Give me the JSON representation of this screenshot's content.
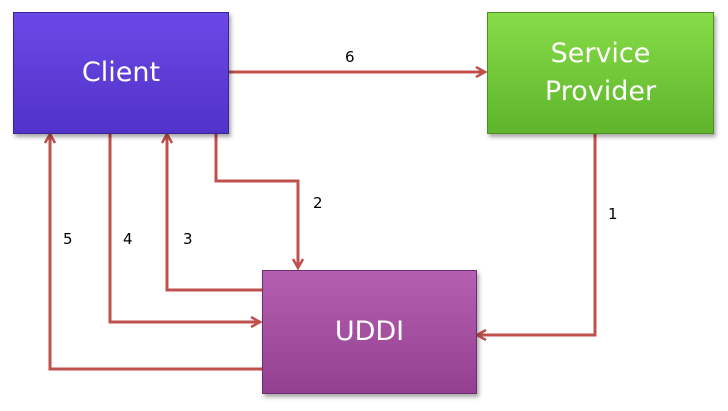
{
  "nodes": {
    "client": "Client",
    "service_provider": "Service\nProvider",
    "uddi": "UDDI"
  },
  "edges": [
    {
      "label": "1",
      "from": "Service Provider",
      "to": "UDDI"
    },
    {
      "label": "2",
      "from": "Client",
      "to": "UDDI"
    },
    {
      "label": "3",
      "from": "UDDI",
      "to": "Client"
    },
    {
      "label": "4",
      "from": "Client",
      "to": "UDDI"
    },
    {
      "label": "5",
      "from": "UDDI",
      "to": "Client"
    },
    {
      "label": "6",
      "from": "Client",
      "to": "Service Provider"
    }
  ],
  "colors": {
    "arrow": "#c0504d",
    "client": "#5a3bd6",
    "service_provider": "#72c83a",
    "uddi": "#a34ea0"
  }
}
